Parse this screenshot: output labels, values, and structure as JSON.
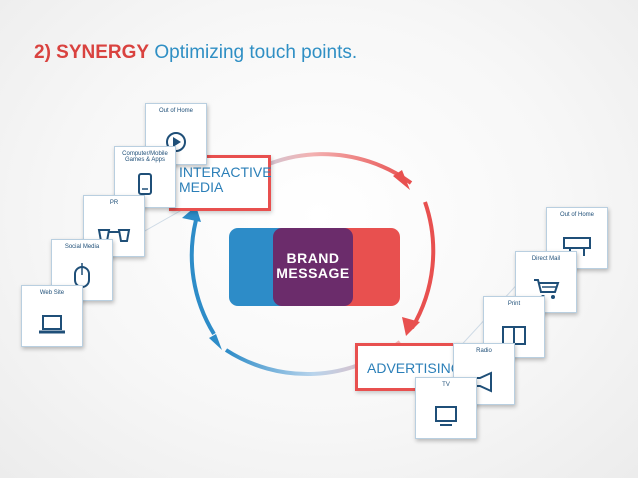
{
  "title": {
    "strong": "2) SYNERGY",
    "rest": "Optimizing touch points."
  },
  "center": {
    "line1": "BRAND",
    "line2": "MESSAGE"
  },
  "interactive": {
    "line1": "INTERACTIVE",
    "line2": "MEDIA"
  },
  "advertising": {
    "label": "ADVERTISING"
  },
  "colors": {
    "red": "#e8504f",
    "blue": "#2d8cc8",
    "purple": "#6b2c6b",
    "title_red": "#d9423f",
    "title_blue": "#2f8fc4"
  },
  "interactive_cards": [
    {
      "label": "Out of Home",
      "icon": "play-icon"
    },
    {
      "label": "Computer/Mobile Games & Apps",
      "icon": "mobile-phone-icon"
    },
    {
      "label": "PR",
      "icon": "glasses-icon"
    },
    {
      "label": "Social Media",
      "icon": "mouse-icon"
    },
    {
      "label": "Web Site",
      "icon": "laptop-icon"
    }
  ],
  "advertising_cards": [
    {
      "label": "Out of Home",
      "icon": "billboard-icon"
    },
    {
      "label": "Direct Mail",
      "icon": "shopping-cart-icon"
    },
    {
      "label": "Print",
      "icon": "book-icon"
    },
    {
      "label": "Radio",
      "icon": "megaphone-icon"
    },
    {
      "label": "TV",
      "icon": "tv-icon"
    }
  ]
}
